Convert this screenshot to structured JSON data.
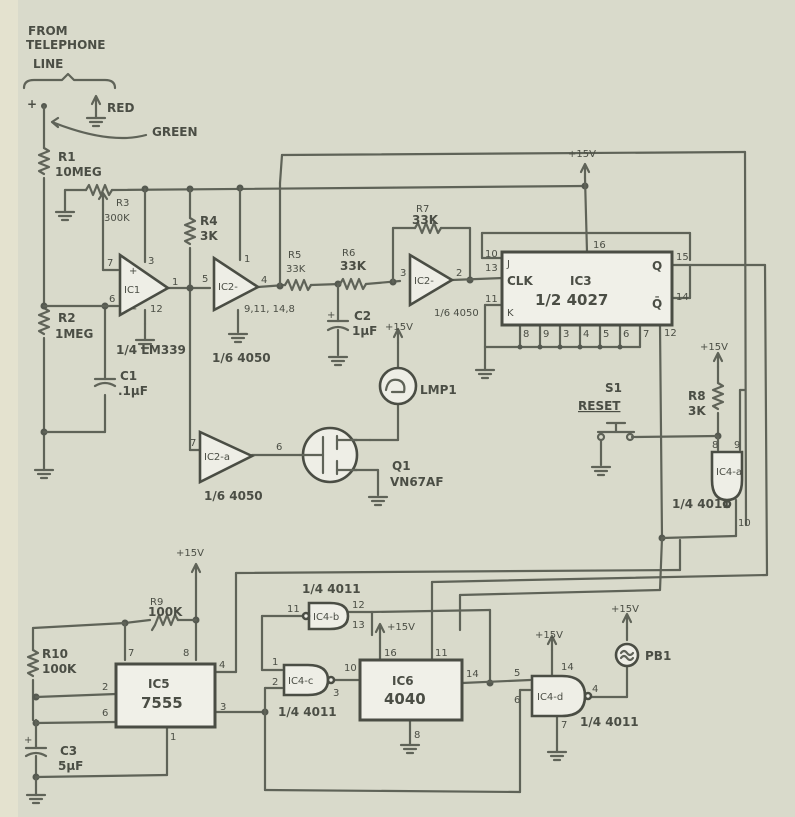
{
  "header": {
    "line1": "FROM",
    "line2": "TELEPHONE",
    "line3": "LINE",
    "plus": "+",
    "red": "RED",
    "green": "GREEN"
  },
  "components": {
    "r1": {
      "ref": "R1",
      "value": "10MEG"
    },
    "r2": {
      "ref": "R2",
      "value": "1MEG"
    },
    "r3": {
      "ref": "R3",
      "value": "300K"
    },
    "r4": {
      "ref": "R4",
      "value": "3K"
    },
    "r5": {
      "ref": "R5",
      "value": "33K"
    },
    "r6": {
      "ref": "R6",
      "value": "33K"
    },
    "r7": {
      "ref": "R7",
      "value": "33K"
    },
    "r8": {
      "ref": "R8",
      "value": "3K"
    },
    "r9": {
      "ref": "R9",
      "value": "100K"
    },
    "r10": {
      "ref": "R10",
      "value": "100K"
    },
    "c1": {
      "ref": "C1",
      "value": ".1µF"
    },
    "c2": {
      "ref": "C2",
      "value": "1µF"
    },
    "c3": {
      "ref": "C3",
      "value": "5µF"
    },
    "ic1": {
      "ref": "IC1",
      "part": "1/4 LM339"
    },
    "ic2b": {
      "ref": "IC2-",
      "part": "1/6 4050",
      "gnd_pins": "9,11, 14,8"
    },
    "ic2c": {
      "ref": "IC2-",
      "part": "1/6 4050"
    },
    "ic2a": {
      "ref": "IC2-a",
      "part": "1/6 4050"
    },
    "ic3": {
      "ref": "IC3",
      "part": "1/2 4027",
      "clk": "CLK",
      "j": "J",
      "k": "K",
      "q": "Q",
      "qbar": "Q̄"
    },
    "ic4a": {
      "ref": "IC4-a",
      "part": "1/4 4011"
    },
    "ic4b": {
      "ref": "IC4-b",
      "part": "1/4 4011"
    },
    "ic4c": {
      "ref": "IC4-c",
      "part": "1/4 4011"
    },
    "ic4d": {
      "ref": "IC4-d",
      "part": "1/4 4011"
    },
    "ic5": {
      "ref": "IC5",
      "part": "7555"
    },
    "ic6": {
      "ref": "IC6",
      "part": "4040"
    },
    "q1": {
      "ref": "Q1",
      "part": "VN67AF"
    },
    "lmp1": {
      "ref": "LMP1"
    },
    "s1": {
      "ref": "S1",
      "label": "RESET"
    },
    "pb1": {
      "ref": "PB1"
    }
  },
  "supply": "+15V",
  "pins": {
    "ic1": [
      "7",
      "3",
      "6",
      "1",
      "12"
    ],
    "ic2b": [
      "5",
      "1",
      "4"
    ],
    "ic2c": [
      "3",
      "2"
    ],
    "ic2a": [
      "7",
      "6"
    ],
    "ic3": [
      "10",
      "13",
      "11",
      "16",
      "15",
      "14",
      "12",
      "8",
      "9",
      "3",
      "4",
      "5",
      "6",
      "7"
    ],
    "ic4a": [
      "8",
      "9",
      "10"
    ],
    "ic4b": [
      "11",
      "12",
      "13"
    ],
    "ic4c": [
      "1",
      "2",
      "3"
    ],
    "ic4d": [
      "5",
      "6",
      "14",
      "4",
      "7"
    ],
    "ic5": [
      "7",
      "8",
      "4",
      "2",
      "6",
      "3",
      "1"
    ],
    "ic6": [
      "10",
      "16",
      "11",
      "14",
      "8"
    ]
  }
}
